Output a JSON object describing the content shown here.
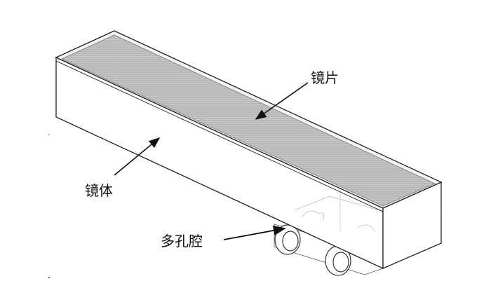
{
  "labels": {
    "mirror": "镜片",
    "body": "镜体",
    "cavity": "多孔腔"
  },
  "colors": {
    "line": "#222222",
    "mirror_fill": "#bdbdbd",
    "arrow": "#111111"
  }
}
